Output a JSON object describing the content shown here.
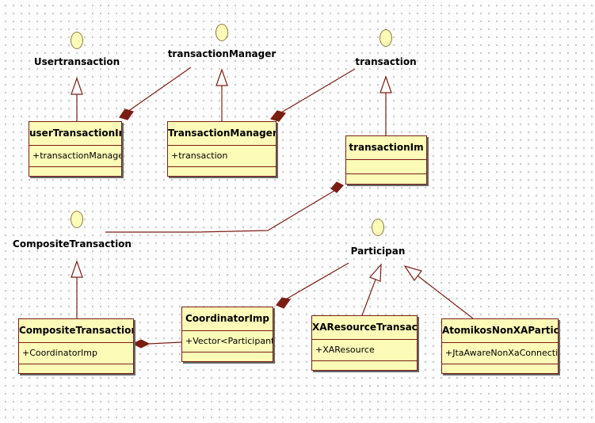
{
  "interfaces": [
    {
      "id": "usertransaction",
      "label": "Usertransaction"
    },
    {
      "id": "transactionmanager",
      "label": "transactionManager"
    },
    {
      "id": "transaction",
      "label": "transaction"
    },
    {
      "id": "compositetransaction",
      "label": "CompositeTransaction"
    },
    {
      "id": "participan",
      "label": "Participan"
    }
  ],
  "classes": [
    {
      "id": "usertransactionimpl",
      "name": "userTransactionImpl",
      "attribute": "+transactionManager"
    },
    {
      "id": "transactionmanagerimp",
      "name": "TransactionManagerImp",
      "attribute": "+transaction"
    },
    {
      "id": "transactionim",
      "name": "transactionIm",
      "attribute": ""
    },
    {
      "id": "compositetransactionimp",
      "name": "CompositeTransactionImp",
      "attribute": "+CoordinatorImp"
    },
    {
      "id": "coordinatorimp",
      "name": "CoordinatorImp",
      "attribute": "+Vector<Participant>"
    },
    {
      "id": "xaresourcetransaction",
      "name": "XAResourceTransaction",
      "attribute": "+XAResource"
    },
    {
      "id": "atomikosnonxaparticipant",
      "name": "AtomikosNonXAParticipant",
      "attribute": "+JtaAwareNonXaConnection"
    }
  ],
  "colors": {
    "line": "#7a1e14",
    "fill": "#fdfbb8"
  }
}
